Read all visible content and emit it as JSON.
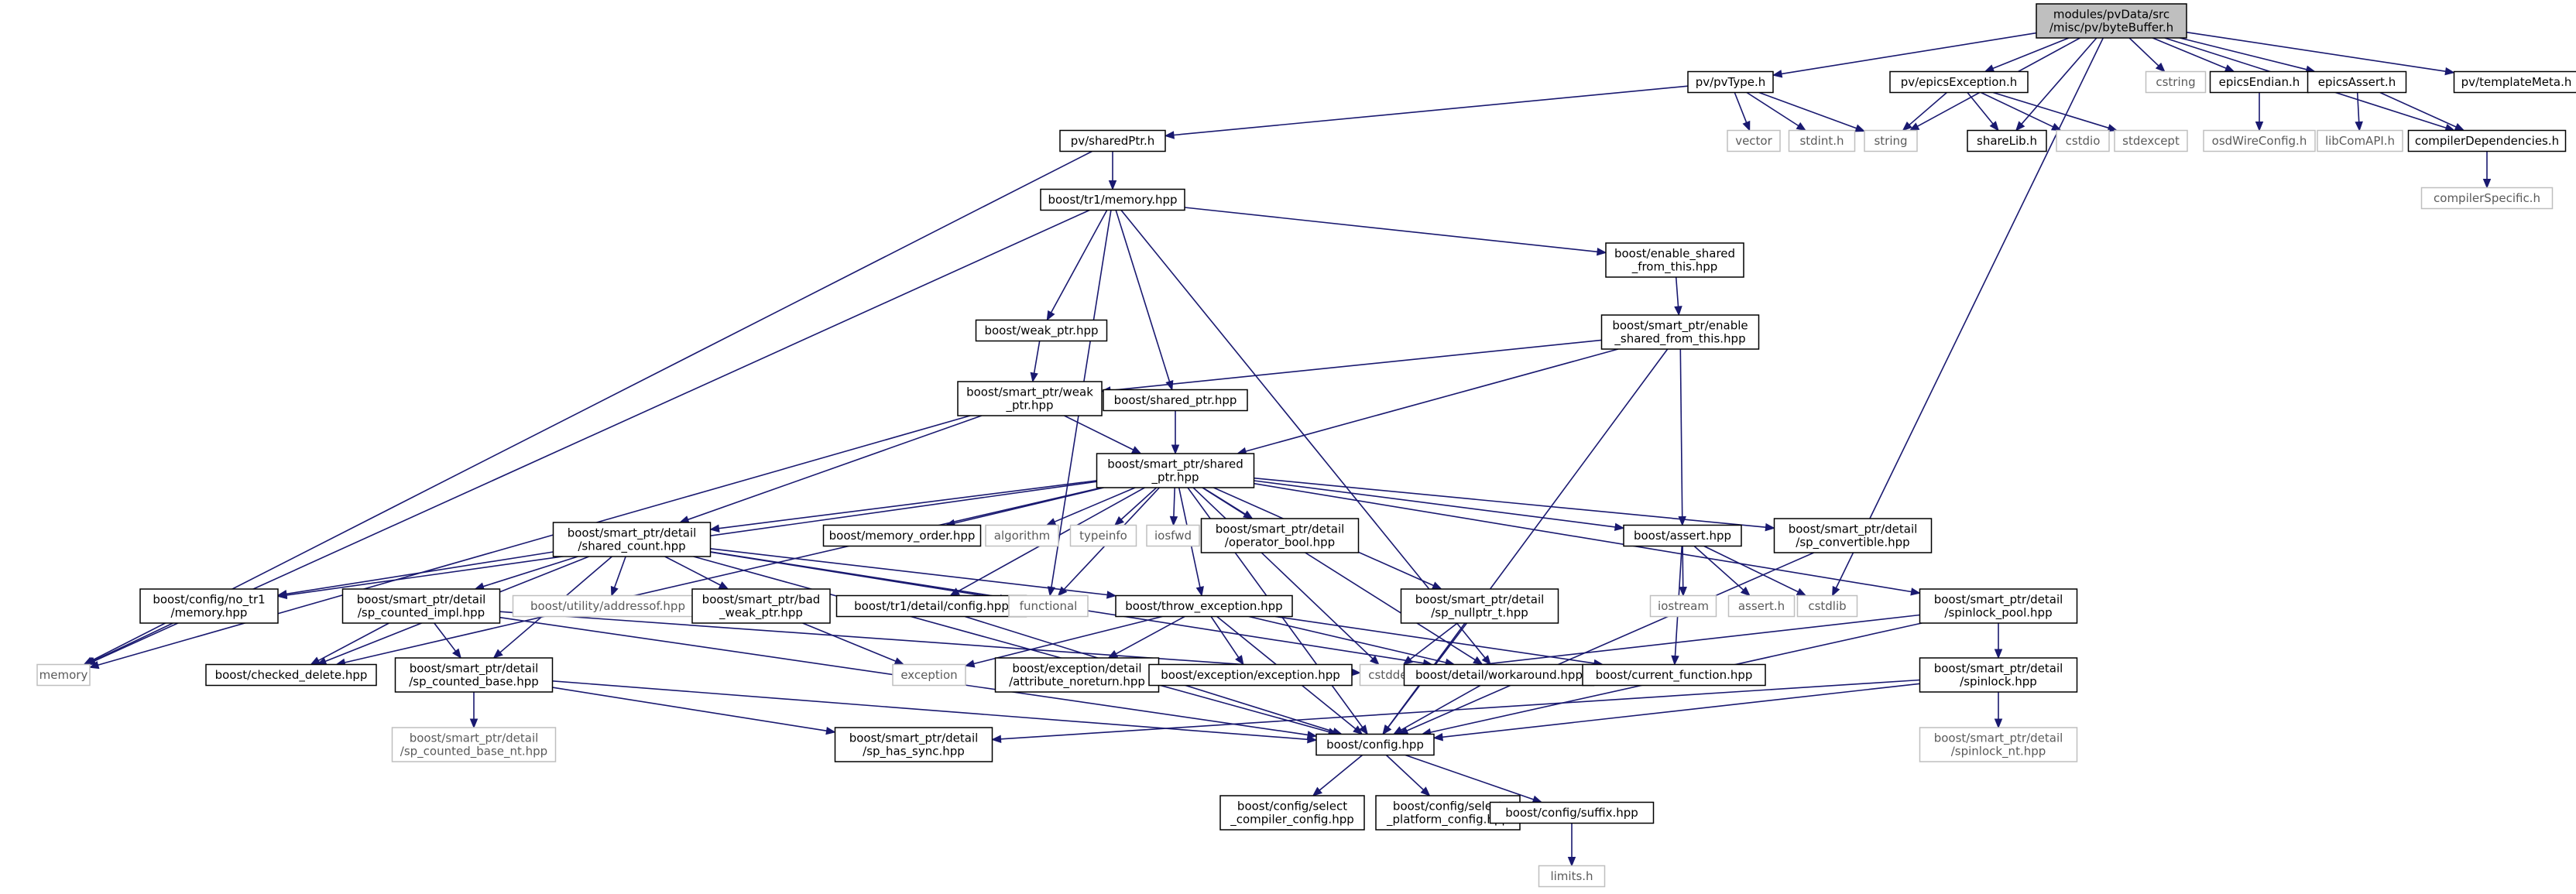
{
  "title": "",
  "colors": {
    "root_fill": "#bfbfbf",
    "documented_border": "#000000",
    "external_border": "#bfbfbf",
    "edge": "#191970"
  },
  "nodes": [
    {
      "id": "root",
      "lines": [
        "modules/pvData/src",
        "/misc/pv/byteBuffer.h"
      ],
      "kind": "root"
    },
    {
      "id": "pvType",
      "lines": [
        "pv/pvType.h"
      ],
      "kind": "doc"
    },
    {
      "id": "cstring",
      "lines": [
        "cstring"
      ],
      "kind": "ext"
    },
    {
      "id": "epicsException",
      "lines": [
        "pv/epicsException.h"
      ],
      "kind": "doc"
    },
    {
      "id": "epicsEndian",
      "lines": [
        "epicsEndian.h"
      ],
      "kind": "doc"
    },
    {
      "id": "epicsAssert",
      "lines": [
        "epicsAssert.h"
      ],
      "kind": "doc"
    },
    {
      "id": "templateMeta",
      "lines": [
        "pv/templateMeta.h"
      ],
      "kind": "doc"
    },
    {
      "id": "sharedPtr",
      "lines": [
        "pv/sharedPtr.h"
      ],
      "kind": "doc"
    },
    {
      "id": "vector",
      "lines": [
        "vector"
      ],
      "kind": "ext"
    },
    {
      "id": "stdint",
      "lines": [
        "stdint.h"
      ],
      "kind": "ext"
    },
    {
      "id": "string",
      "lines": [
        "string"
      ],
      "kind": "ext"
    },
    {
      "id": "shareLib",
      "lines": [
        "shareLib.h"
      ],
      "kind": "doc"
    },
    {
      "id": "cstdio",
      "lines": [
        "cstdio"
      ],
      "kind": "ext"
    },
    {
      "id": "stdexcept",
      "lines": [
        "stdexcept"
      ],
      "kind": "ext"
    },
    {
      "id": "osdWireConfig",
      "lines": [
        "osdWireConfig.h"
      ],
      "kind": "ext"
    },
    {
      "id": "libComAPI",
      "lines": [
        "libComAPI.h"
      ],
      "kind": "ext"
    },
    {
      "id": "compilerDependencies",
      "lines": [
        "compilerDependencies.h"
      ],
      "kind": "doc"
    },
    {
      "id": "compilerSpecific",
      "lines": [
        "compilerSpecific.h"
      ],
      "kind": "ext"
    },
    {
      "id": "tr1memory",
      "lines": [
        "boost/tr1/memory.hpp"
      ],
      "kind": "doc"
    },
    {
      "id": "enable_shared",
      "lines": [
        "boost/enable_shared",
        "_from_this.hpp"
      ],
      "kind": "doc"
    },
    {
      "id": "sp_enable_shared",
      "lines": [
        "boost/smart_ptr/enable",
        "_shared_from_this.hpp"
      ],
      "kind": "doc"
    },
    {
      "id": "weak_ptr",
      "lines": [
        "boost/weak_ptr.hpp"
      ],
      "kind": "doc"
    },
    {
      "id": "sp_weak_ptr",
      "lines": [
        "boost/smart_ptr/weak",
        "_ptr.hpp"
      ],
      "kind": "doc"
    },
    {
      "id": "shared_ptr",
      "lines": [
        "boost/shared_ptr.hpp"
      ],
      "kind": "doc"
    },
    {
      "id": "sp_shared_ptr",
      "lines": [
        "boost/smart_ptr/shared",
        "_ptr.hpp"
      ],
      "kind": "doc"
    },
    {
      "id": "shared_count",
      "lines": [
        "boost/smart_ptr/detail",
        "/shared_count.hpp"
      ],
      "kind": "doc"
    },
    {
      "id": "memory_order",
      "lines": [
        "boost/memory_order.hpp"
      ],
      "kind": "doc"
    },
    {
      "id": "algorithm",
      "lines": [
        "algorithm"
      ],
      "kind": "ext"
    },
    {
      "id": "typeinfo",
      "lines": [
        "typeinfo"
      ],
      "kind": "ext"
    },
    {
      "id": "iosfwd",
      "lines": [
        "iosfwd"
      ],
      "kind": "ext"
    },
    {
      "id": "operator_bool",
      "lines": [
        "boost/smart_ptr/detail",
        "/operator_bool.hpp"
      ],
      "kind": "doc"
    },
    {
      "id": "assert",
      "lines": [
        "boost/assert.hpp"
      ],
      "kind": "doc"
    },
    {
      "id": "sp_convertible",
      "lines": [
        "boost/smart_ptr/detail",
        "/sp_convertible.hpp"
      ],
      "kind": "doc"
    },
    {
      "id": "no_tr1_memory",
      "lines": [
        "boost/config/no_tr1",
        "/memory.hpp"
      ],
      "kind": "doc"
    },
    {
      "id": "sp_counted_impl",
      "lines": [
        "boost/smart_ptr/detail",
        "/sp_counted_impl.hpp"
      ],
      "kind": "doc"
    },
    {
      "id": "addressof",
      "lines": [
        "boost/utility/addressof.hpp"
      ],
      "kind": "ext"
    },
    {
      "id": "bad_weak_ptr",
      "lines": [
        "boost/smart_ptr/bad",
        "_weak_ptr.hpp"
      ],
      "kind": "doc"
    },
    {
      "id": "tr1_config",
      "lines": [
        "boost/tr1/detail/config.hpp"
      ],
      "kind": "doc"
    },
    {
      "id": "functional",
      "lines": [
        "functional"
      ],
      "kind": "ext"
    },
    {
      "id": "throw_exception",
      "lines": [
        "boost/throw_exception.hpp"
      ],
      "kind": "doc"
    },
    {
      "id": "sp_nullptr_t",
      "lines": [
        "boost/smart_ptr/detail",
        "/sp_nullptr_t.hpp"
      ],
      "kind": "doc"
    },
    {
      "id": "iostream",
      "lines": [
        "iostream"
      ],
      "kind": "ext"
    },
    {
      "id": "assert_h",
      "lines": [
        "assert.h"
      ],
      "kind": "ext"
    },
    {
      "id": "cstdlib",
      "lines": [
        "cstdlib"
      ],
      "kind": "ext"
    },
    {
      "id": "spinlock_pool",
      "lines": [
        "boost/smart_ptr/detail",
        "/spinlock_pool.hpp"
      ],
      "kind": "doc"
    },
    {
      "id": "memory",
      "lines": [
        "memory"
      ],
      "kind": "ext"
    },
    {
      "id": "checked_delete",
      "lines": [
        "boost/checked_delete.hpp"
      ],
      "kind": "doc"
    },
    {
      "id": "sp_counted_base",
      "lines": [
        "boost/smart_ptr/detail",
        "/sp_counted_base.hpp"
      ],
      "kind": "doc"
    },
    {
      "id": "exception",
      "lines": [
        "exception"
      ],
      "kind": "ext"
    },
    {
      "id": "attribute_noreturn",
      "lines": [
        "boost/exception/detail",
        "/attribute_noreturn.hpp"
      ],
      "kind": "doc"
    },
    {
      "id": "exception_exception",
      "lines": [
        "boost/exception/exception.hpp"
      ],
      "kind": "doc"
    },
    {
      "id": "cstddef",
      "lines": [
        "cstddef"
      ],
      "kind": "ext"
    },
    {
      "id": "workaround",
      "lines": [
        "boost/detail/workaround.hpp"
      ],
      "kind": "doc"
    },
    {
      "id": "current_function",
      "lines": [
        "boost/current_function.hpp"
      ],
      "kind": "doc"
    },
    {
      "id": "spinlock",
      "lines": [
        "boost/smart_ptr/detail",
        "/spinlock.hpp"
      ],
      "kind": "doc"
    },
    {
      "id": "sp_counted_base_nt",
      "lines": [
        "boost/smart_ptr/detail",
        "/sp_counted_base_nt.hpp"
      ],
      "kind": "ext"
    },
    {
      "id": "sp_has_sync",
      "lines": [
        "boost/smart_ptr/detail",
        "/sp_has_sync.hpp"
      ],
      "kind": "doc"
    },
    {
      "id": "boost_config",
      "lines": [
        "boost/config.hpp"
      ],
      "kind": "doc"
    },
    {
      "id": "spinlock_nt",
      "lines": [
        "boost/smart_ptr/detail",
        "/spinlock_nt.hpp"
      ],
      "kind": "ext"
    },
    {
      "id": "select_compiler",
      "lines": [
        "boost/config/select",
        "_compiler_config.hpp"
      ],
      "kind": "doc"
    },
    {
      "id": "select_platform",
      "lines": [
        "boost/config/select",
        "_platform_config.hpp"
      ],
      "kind": "doc"
    },
    {
      "id": "suffix",
      "lines": [
        "boost/config/suffix.hpp"
      ],
      "kind": "doc"
    },
    {
      "id": "limits",
      "lines": [
        "limits.h"
      ],
      "kind": "ext"
    }
  ],
  "edges": [
    [
      "root",
      "pvType"
    ],
    [
      "root",
      "cstring"
    ],
    [
      "root",
      "epicsException"
    ],
    [
      "root",
      "epicsEndian"
    ],
    [
      "root",
      "epicsAssert"
    ],
    [
      "root",
      "templateMeta"
    ],
    [
      "root",
      "string"
    ],
    [
      "root",
      "shareLib"
    ],
    [
      "root",
      "compilerDependencies"
    ],
    [
      "root",
      "cstdlib"
    ],
    [
      "pvType",
      "sharedPtr"
    ],
    [
      "pvType",
      "vector"
    ],
    [
      "pvType",
      "stdint"
    ],
    [
      "pvType",
      "string"
    ],
    [
      "epicsException",
      "string"
    ],
    [
      "epicsException",
      "shareLib"
    ],
    [
      "epicsException",
      "cstdio"
    ],
    [
      "epicsException",
      "stdexcept"
    ],
    [
      "epicsEndian",
      "osdWireConfig"
    ],
    [
      "epicsAssert",
      "libComAPI"
    ],
    [
      "epicsAssert",
      "compilerDependencies"
    ],
    [
      "compilerDependencies",
      "compilerSpecific"
    ],
    [
      "sharedPtr",
      "tr1memory"
    ],
    [
      "sharedPtr",
      "memory"
    ],
    [
      "tr1memory",
      "enable_shared"
    ],
    [
      "tr1memory",
      "weak_ptr"
    ],
    [
      "tr1memory",
      "shared_ptr"
    ],
    [
      "tr1memory",
      "memory"
    ],
    [
      "tr1memory",
      "functional"
    ],
    [
      "tr1memory",
      "workaround"
    ],
    [
      "enable_shared",
      "sp_enable_shared"
    ],
    [
      "sp_enable_shared",
      "sp_weak_ptr"
    ],
    [
      "sp_enable_shared",
      "sp_shared_ptr"
    ],
    [
      "sp_enable_shared",
      "assert"
    ],
    [
      "sp_enable_shared",
      "boost_config"
    ],
    [
      "weak_ptr",
      "sp_weak_ptr"
    ],
    [
      "sp_weak_ptr",
      "sp_shared_ptr"
    ],
    [
      "sp_weak_ptr",
      "shared_count"
    ],
    [
      "sp_weak_ptr",
      "memory"
    ],
    [
      "shared_ptr",
      "sp_shared_ptr"
    ],
    [
      "sp_shared_ptr",
      "shared_count"
    ],
    [
      "sp_shared_ptr",
      "memory_order"
    ],
    [
      "sp_shared_ptr",
      "algorithm"
    ],
    [
      "sp_shared_ptr",
      "typeinfo"
    ],
    [
      "sp_shared_ptr",
      "iosfwd"
    ],
    [
      "sp_shared_ptr",
      "operator_bool"
    ],
    [
      "sp_shared_ptr",
      "assert"
    ],
    [
      "sp_shared_ptr",
      "sp_convertible"
    ],
    [
      "sp_shared_ptr",
      "no_tr1_memory"
    ],
    [
      "sp_shared_ptr",
      "checked_delete"
    ],
    [
      "sp_shared_ptr",
      "tr1_config"
    ],
    [
      "sp_shared_ptr",
      "functional"
    ],
    [
      "sp_shared_ptr",
      "throw_exception"
    ],
    [
      "sp_shared_ptr",
      "sp_nullptr_t"
    ],
    [
      "sp_shared_ptr",
      "spinlock_pool"
    ],
    [
      "sp_shared_ptr",
      "cstddef"
    ],
    [
      "sp_shared_ptr",
      "workaround"
    ],
    [
      "sp_shared_ptr",
      "boost_config"
    ],
    [
      "shared_count",
      "no_tr1_memory"
    ],
    [
      "shared_count",
      "sp_counted_impl"
    ],
    [
      "shared_count",
      "addressof"
    ],
    [
      "shared_count",
      "bad_weak_ptr"
    ],
    [
      "shared_count",
      "functional"
    ],
    [
      "shared_count",
      "checked_delete"
    ],
    [
      "shared_count",
      "sp_counted_base"
    ],
    [
      "shared_count",
      "throw_exception"
    ],
    [
      "shared_count",
      "workaround"
    ],
    [
      "shared_count",
      "boost_config"
    ],
    [
      "no_tr1_memory",
      "memory"
    ],
    [
      "sp_counted_impl",
      "checked_delete"
    ],
    [
      "sp_counted_impl",
      "sp_counted_base"
    ],
    [
      "sp_counted_impl",
      "cstddef"
    ],
    [
      "sp_counted_impl",
      "boost_config"
    ],
    [
      "bad_weak_ptr",
      "exception"
    ],
    [
      "tr1_config",
      "boost_config"
    ],
    [
      "throw_exception",
      "exception"
    ],
    [
      "throw_exception",
      "attribute_noreturn"
    ],
    [
      "throw_exception",
      "exception_exception"
    ],
    [
      "throw_exception",
      "current_function"
    ],
    [
      "throw_exception",
      "workaround"
    ],
    [
      "throw_exception",
      "boost_config"
    ],
    [
      "sp_nullptr_t",
      "cstddef"
    ],
    [
      "sp_nullptr_t",
      "boost_config"
    ],
    [
      "assert",
      "iostream"
    ],
    [
      "assert",
      "assert_h"
    ],
    [
      "assert",
      "cstdlib"
    ],
    [
      "assert",
      "current_function"
    ],
    [
      "sp_convertible",
      "boost_config"
    ],
    [
      "spinlock_pool",
      "spinlock"
    ],
    [
      "spinlock_pool",
      "cstddef"
    ],
    [
      "spinlock_pool",
      "boost_config"
    ],
    [
      "spinlock",
      "sp_has_sync"
    ],
    [
      "spinlock",
      "spinlock_nt"
    ],
    [
      "spinlock",
      "boost_config"
    ],
    [
      "sp_counted_base",
      "sp_counted_base_nt"
    ],
    [
      "sp_counted_base",
      "sp_has_sync"
    ],
    [
      "sp_counted_base",
      "boost_config"
    ],
    [
      "workaround",
      "boost_config"
    ],
    [
      "boost_config",
      "select_compiler"
    ],
    [
      "boost_config",
      "select_platform"
    ],
    [
      "boost_config",
      "suffix"
    ],
    [
      "suffix",
      "limits"
    ]
  ]
}
